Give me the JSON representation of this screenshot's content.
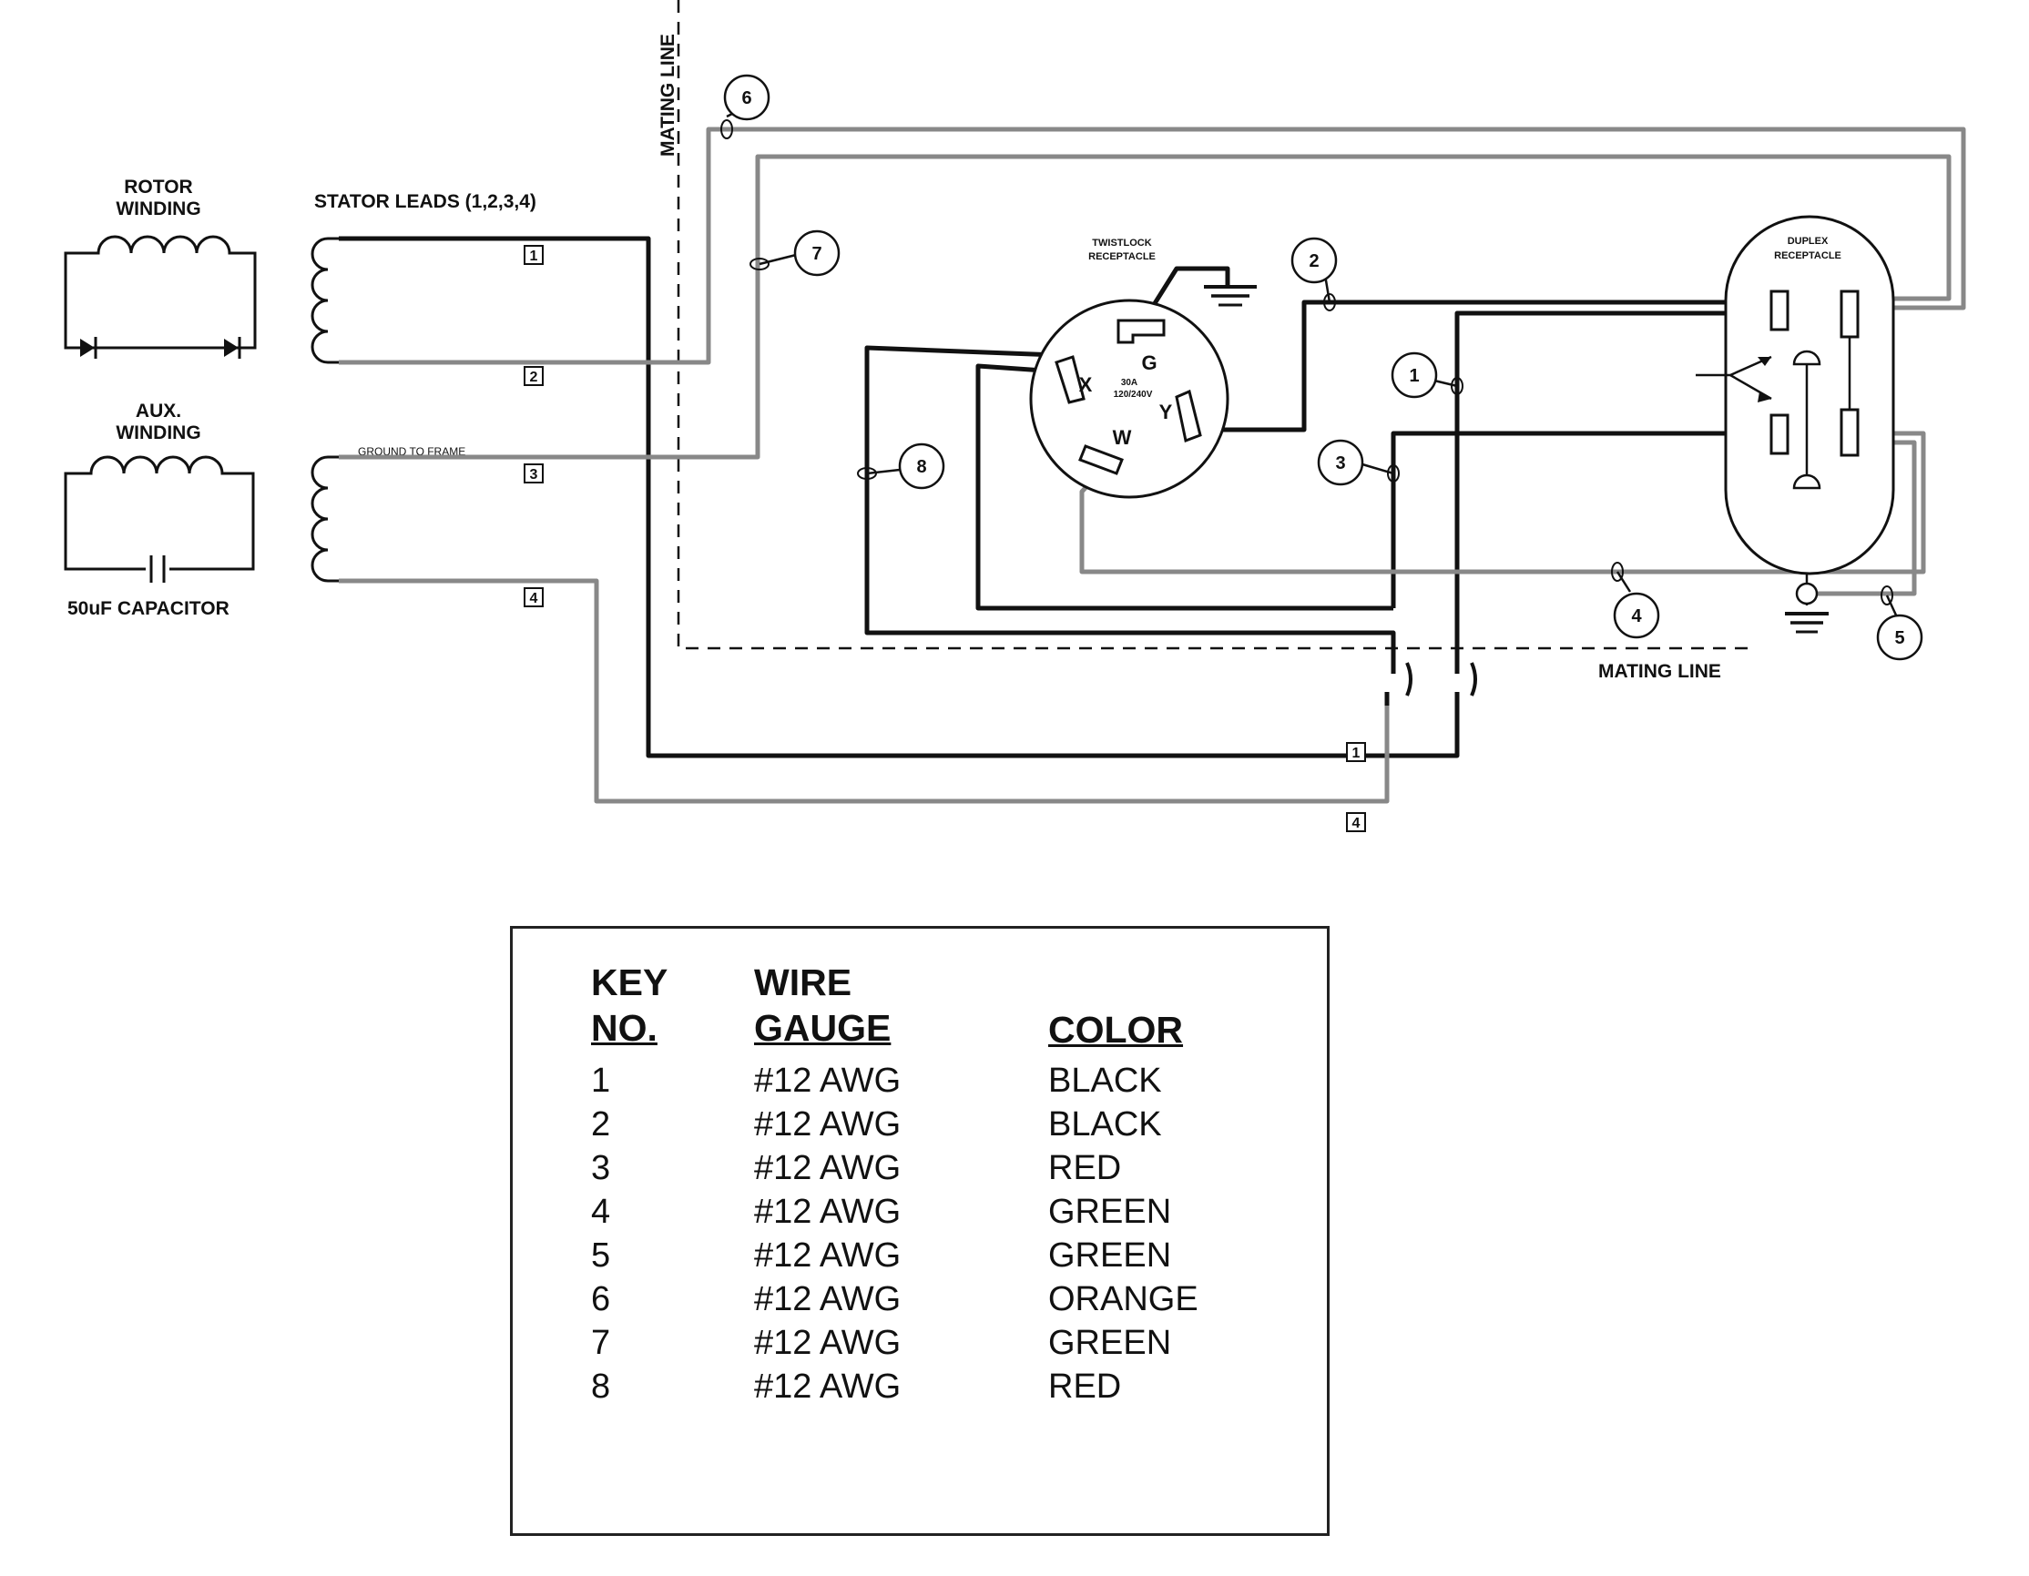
{
  "labels": {
    "rotor_winding": [
      "ROTOR",
      "WINDING"
    ],
    "aux_winding": [
      "AUX.",
      "WINDING"
    ],
    "capacitor": "50uF CAPACITOR",
    "stator_leads": "STATOR LEADS (1,2,3,4)",
    "ground_to_frame": "GROUND TO FRAME",
    "mating_line_vertical": "MATING LINE",
    "mating_line_horizontal": "MATING LINE",
    "twistlock": [
      "TWISTLOCK",
      "RECEPTACLE"
    ],
    "twistlock_rating": [
      "30A",
      "120/240V"
    ],
    "duplex": [
      "DUPLEX",
      "RECEPTACLE"
    ],
    "terminals": {
      "g": "G",
      "x": "X",
      "y": "Y",
      "w": "W"
    }
  },
  "stator_lead_numbers": [
    "1",
    "2",
    "3",
    "4"
  ],
  "mating_lead_numbers": [
    "1",
    "4"
  ],
  "callouts": [
    "1",
    "2",
    "3",
    "4",
    "5",
    "6",
    "7",
    "8"
  ],
  "key_table": {
    "headers": {
      "key_line1": "KEY",
      "key_line2": "NO.",
      "wire_line1": "WIRE",
      "wire_line2": "GAUGE",
      "color": "COLOR"
    },
    "rows": [
      {
        "key": "1",
        "gauge": "#12 AWG",
        "color": "BLACK"
      },
      {
        "key": "2",
        "gauge": "#12 AWG",
        "color": "BLACK"
      },
      {
        "key": "3",
        "gauge": "#12 AWG",
        "color": "RED"
      },
      {
        "key": "4",
        "gauge": "#12 AWG",
        "color": "GREEN"
      },
      {
        "key": "5",
        "gauge": "#12 AWG",
        "color": "GREEN"
      },
      {
        "key": "6",
        "gauge": "#12 AWG",
        "color": "ORANGE"
      },
      {
        "key": "7",
        "gauge": "#12 AWG",
        "color": "GREEN"
      },
      {
        "key": "8",
        "gauge": "#12 AWG",
        "color": "RED"
      }
    ]
  }
}
